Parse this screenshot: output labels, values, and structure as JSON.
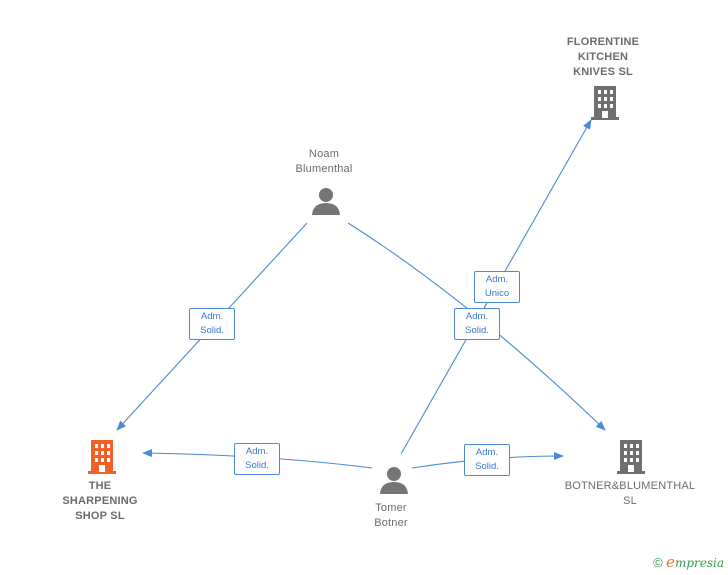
{
  "nodes": {
    "noam": {
      "lines": [
        "Noam",
        "Blumenthal"
      ]
    },
    "tomer": {
      "lines": [
        "Tomer",
        "Botner"
      ]
    },
    "sharpening": {
      "lines": [
        "THE",
        "SHARPENING",
        "SHOP  SL"
      ]
    },
    "florentine": {
      "lines": [
        "FLORENTINE",
        "KITCHEN",
        "KNIVES  SL"
      ]
    },
    "botner": {
      "lines": [
        "BOTNER&BLUMENTHAL",
        "SL"
      ]
    }
  },
  "edges": {
    "noam_sharpening": {
      "lines": [
        "Adm.",
        "Solid."
      ]
    },
    "noam_botner": {
      "lines": [
        "Adm.",
        "Solid."
      ]
    },
    "tomer_florentine": {
      "lines": [
        "Adm.",
        "Unico"
      ]
    },
    "tomer_sharpening": {
      "lines": [
        "Adm.",
        "Solid."
      ]
    },
    "tomer_botner": {
      "lines": [
        "Adm.",
        "Solid."
      ]
    }
  },
  "colors": {
    "edge": "#4a8ad8",
    "person": "#757575",
    "company": "#6f6f6f",
    "highlight": "#f0622a"
  },
  "footer": {
    "copyright": "©",
    "brand_initial": "e",
    "brand_rest": "mpresia"
  }
}
